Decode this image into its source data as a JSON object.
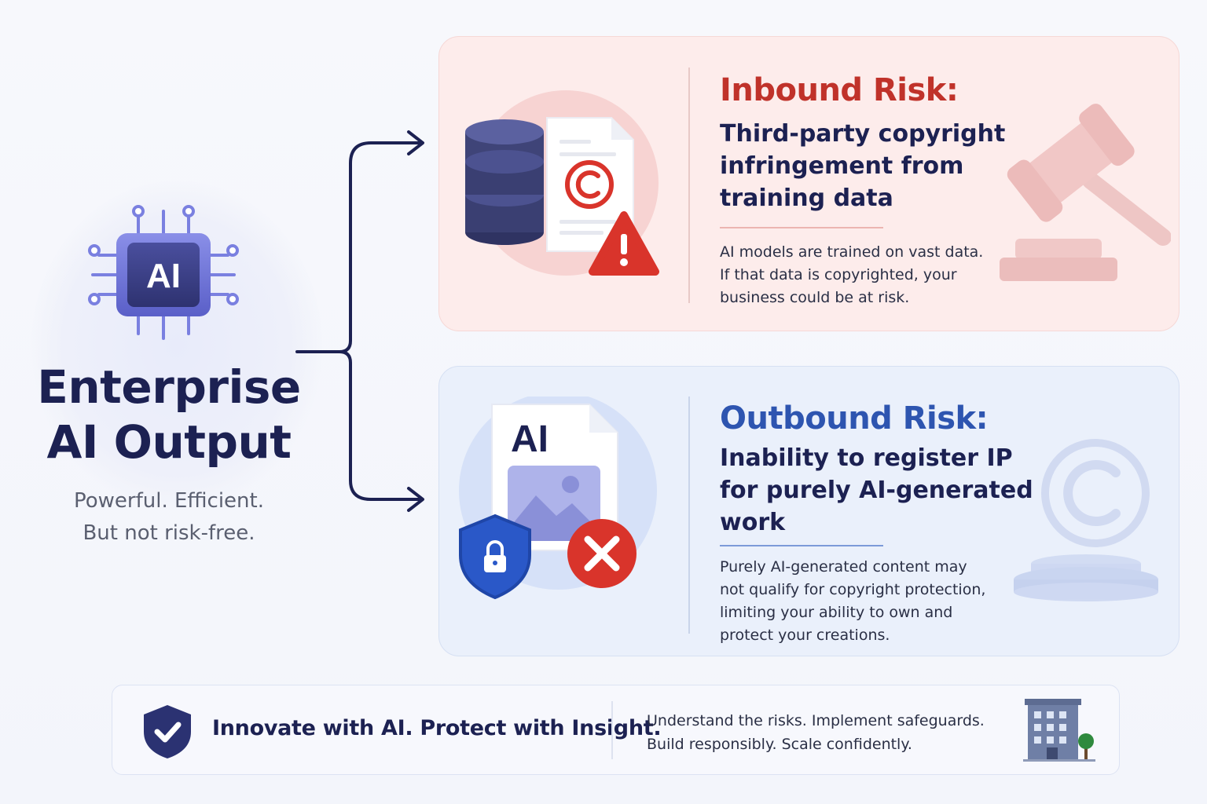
{
  "left": {
    "chip_label": "AI",
    "title_lines": [
      "Enterprise",
      "AI Output"
    ],
    "tagline_lines": [
      "Powerful. Efficient.",
      "But not risk-free."
    ]
  },
  "inbound": {
    "heading": "Inbound Risk:",
    "subheading_lines": [
      "Third-party copyright",
      "infringement from",
      "training data"
    ],
    "body_lines": [
      "AI models are trained on vast data.",
      "If that data is copyrighted, your",
      "business could be at risk."
    ],
    "accent_color": "#c0322a",
    "icons": [
      "database-icon",
      "copyright-document-icon",
      "warning-icon",
      "gavel-icon"
    ]
  },
  "outbound": {
    "heading": "Outbound Risk:",
    "subheading_lines": [
      "Inability to register IP",
      "for purely AI-generated",
      "work"
    ],
    "body_lines": [
      "Purely AI-generated content may",
      "not qualify for copyright protection,",
      "limiting your ability to own and",
      "protect your creations."
    ],
    "doc_label": "AI",
    "accent_color": "#2e55b0",
    "icons": [
      "ai-image-document-icon",
      "shield-lock-icon",
      "reject-x-icon",
      "copyright-trophy-icon"
    ]
  },
  "banner": {
    "title": "Innovate with AI. Protect with Insight.",
    "body_lines": [
      "Understand the risks. Implement safeguards.",
      "Build responsibly. Scale confidently."
    ],
    "icons": [
      "shield-check-icon",
      "office-building-icon"
    ]
  },
  "colors": {
    "navy": "#1c2152",
    "chip_purple": "#6a6fd6",
    "inbound_bg": "#fdeceb",
    "outbound_bg": "#eaf0fb"
  }
}
